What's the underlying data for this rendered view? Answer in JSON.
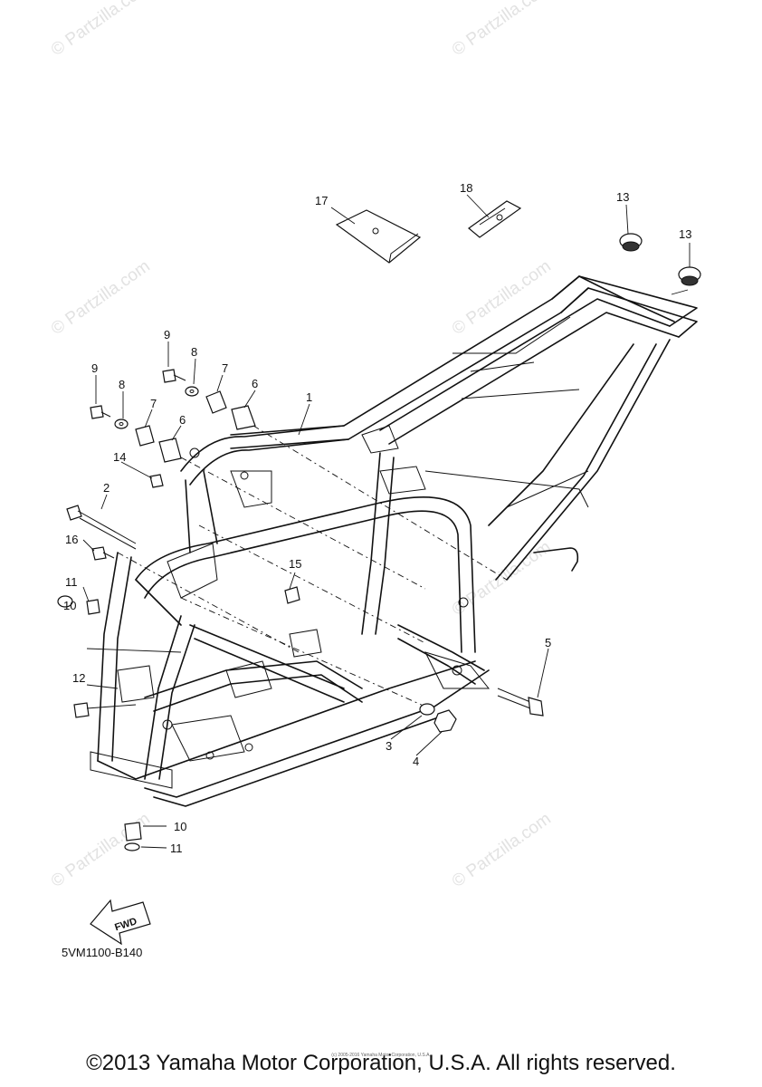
{
  "watermark": "© Partzilla.com",
  "diagram_code": "5VM1100-B140",
  "fwd_label": "FWD",
  "copyright": "©2013 Yamaha Motor Corporation, U.S.A. All rights reserved.",
  "small_copyright": "(c) 2005-2016 Yamaha Motor Corporation, U.S.A.",
  "callouts": [
    {
      "id": "c1",
      "text": "1"
    },
    {
      "id": "c2",
      "text": "2"
    },
    {
      "id": "c3",
      "text": "3"
    },
    {
      "id": "c4",
      "text": "4"
    },
    {
      "id": "c5",
      "text": "5"
    },
    {
      "id": "c6a",
      "text": "6"
    },
    {
      "id": "c6b",
      "text": "6"
    },
    {
      "id": "c7a",
      "text": "7"
    },
    {
      "id": "c7b",
      "text": "7"
    },
    {
      "id": "c8a",
      "text": "8"
    },
    {
      "id": "c8b",
      "text": "8"
    },
    {
      "id": "c9a",
      "text": "9"
    },
    {
      "id": "c9b",
      "text": "9"
    },
    {
      "id": "c10a",
      "text": "10"
    },
    {
      "id": "c10b",
      "text": "10"
    },
    {
      "id": "c11a",
      "text": "11"
    },
    {
      "id": "c11b",
      "text": "11"
    },
    {
      "id": "c12",
      "text": "12"
    },
    {
      "id": "c13a",
      "text": "13"
    },
    {
      "id": "c13b",
      "text": "13"
    },
    {
      "id": "c14",
      "text": "14"
    },
    {
      "id": "c15",
      "text": "15"
    },
    {
      "id": "c16",
      "text": "16"
    },
    {
      "id": "c17",
      "text": "17"
    },
    {
      "id": "c18",
      "text": "18"
    }
  ]
}
